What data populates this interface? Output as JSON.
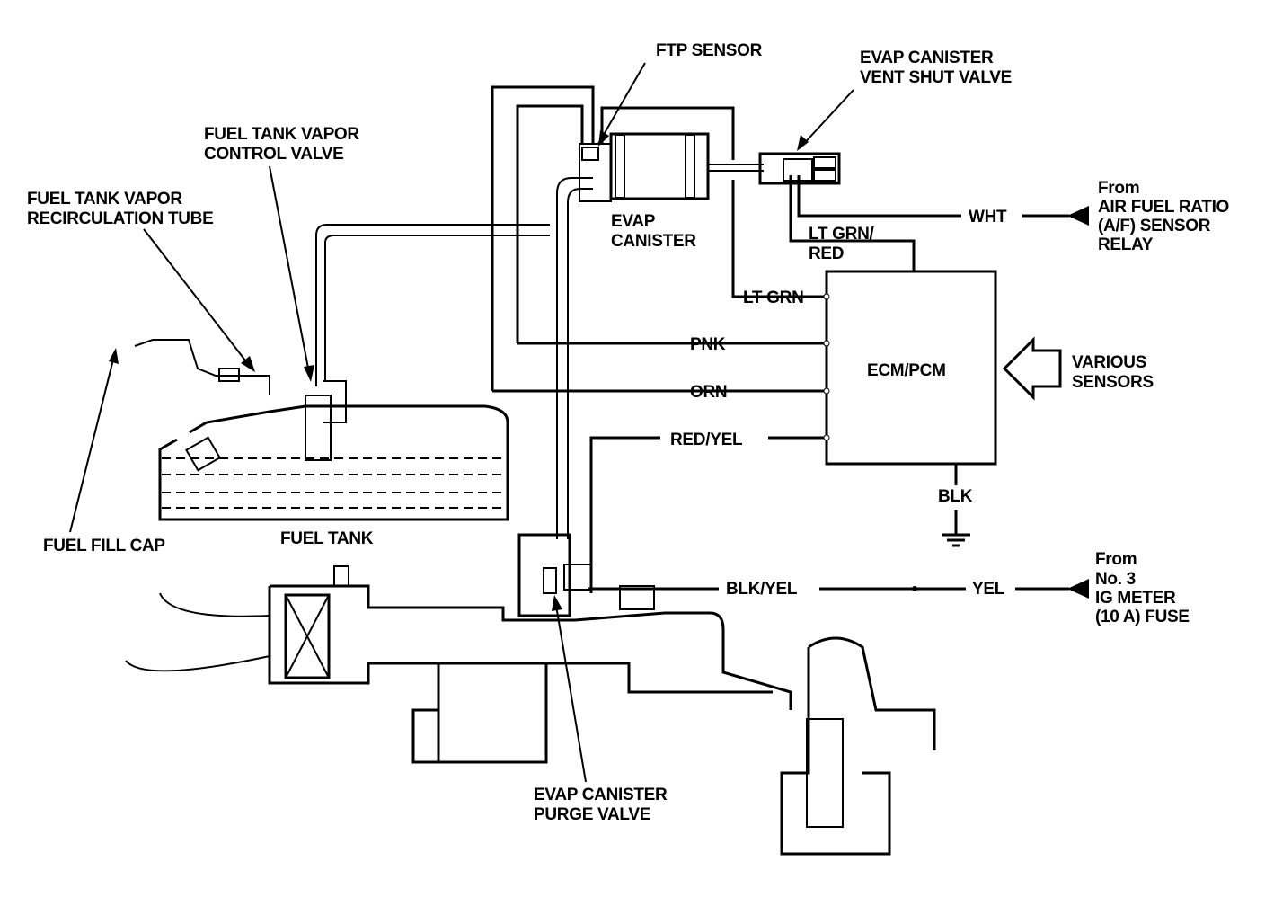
{
  "labels": {
    "ftp_sensor": "FTP SENSOR",
    "vent_valve_1": "EVAP CANISTER",
    "vent_valve_2": "VENT SHUT VALVE",
    "vapor_control_1": "FUEL TANK VAPOR",
    "vapor_control_2": "CONTROL VALVE",
    "recirc_1": "FUEL TANK VAPOR",
    "recirc_2": "RECIRCULATION TUBE",
    "canister_1": "EVAP",
    "canister_2": "CANISTER",
    "af_relay_1": "From",
    "af_relay_2": "AIR FUEL RATIO",
    "af_relay_3": "(A/F) SENSOR",
    "af_relay_4": "RELAY",
    "wht": "WHT",
    "ltgrn_red_1": "LT GRN/",
    "ltgrn_red_2": "RED",
    "lt_grn": "LT GRN",
    "pnk": "PNK",
    "ecm": "ECM/PCM",
    "various_1": "VARIOUS",
    "various_2": "SENSORS",
    "orn": "ORN",
    "red_yel": "RED/YEL",
    "blk": "BLK",
    "fill_cap": "FUEL FILL CAP",
    "fuel_tank": "FUEL TANK",
    "fuse_1": "From",
    "fuse_2": "No. 3",
    "fuse_3": "IG METER",
    "fuse_4": "(10 A) FUSE",
    "blk_yel": "BLK/YEL",
    "yel": "YEL",
    "purge_1": "EVAP CANISTER",
    "purge_2": "PURGE VALVE"
  }
}
